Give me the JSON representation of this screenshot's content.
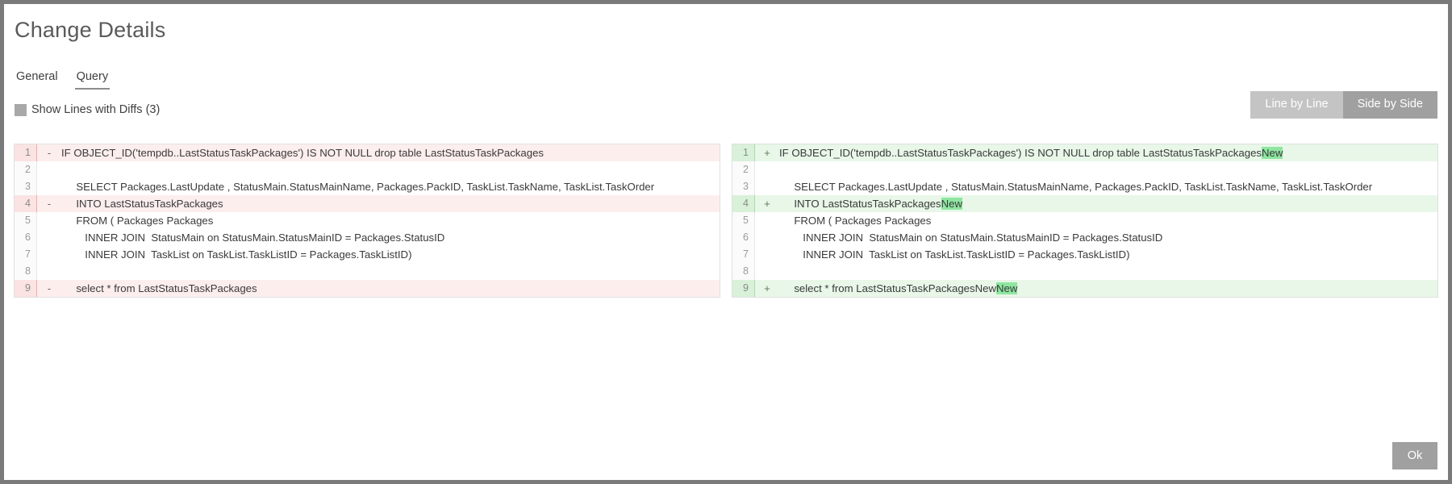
{
  "dialog": {
    "title": "Change Details",
    "ok_label": "Ok"
  },
  "tabs": [
    {
      "label": "General",
      "active": false
    },
    {
      "label": "Query",
      "active": true
    }
  ],
  "toolbar": {
    "show_diffs_label": "Show Lines with Diffs (3)",
    "show_diffs_checked": false,
    "view_modes": [
      {
        "label": "Line by Line",
        "active": false
      },
      {
        "label": "Side by Side",
        "active": true
      }
    ]
  },
  "diff": {
    "left": {
      "rows": [
        {
          "num": "1",
          "sign": "-",
          "diff": true,
          "text": "IF OBJECT_ID('tempdb..LastStatusTaskPackages') IS NOT NULL drop table LastStatusTaskPackages",
          "mark": ""
        },
        {
          "num": "2",
          "sign": "",
          "diff": false,
          "text": "",
          "mark": ""
        },
        {
          "num": "3",
          "sign": "",
          "diff": false,
          "text": "     SELECT Packages.LastUpdate , StatusMain.StatusMainName, Packages.PackID, TaskList.TaskName, TaskList.TaskOrder",
          "mark": ""
        },
        {
          "num": "4",
          "sign": "-",
          "diff": true,
          "text": "     INTO LastStatusTaskPackages",
          "mark": ""
        },
        {
          "num": "5",
          "sign": "",
          "diff": false,
          "text": "     FROM ( Packages Packages",
          "mark": ""
        },
        {
          "num": "6",
          "sign": "",
          "diff": false,
          "text": "        INNER JOIN  StatusMain on StatusMain.StatusMainID = Packages.StatusID",
          "mark": ""
        },
        {
          "num": "7",
          "sign": "",
          "diff": false,
          "text": "        INNER JOIN  TaskList on TaskList.TaskListID = Packages.TaskListID)",
          "mark": ""
        },
        {
          "num": "8",
          "sign": "",
          "diff": false,
          "text": "",
          "mark": ""
        },
        {
          "num": "9",
          "sign": "-",
          "diff": true,
          "text": "     select * from LastStatusTaskPackages",
          "mark": ""
        }
      ]
    },
    "right": {
      "rows": [
        {
          "num": "1",
          "sign": "+",
          "diff": true,
          "text": "IF OBJECT_ID('tempdb..LastStatusTaskPackages') IS NOT NULL drop table LastStatusTaskPackages",
          "mark": "New"
        },
        {
          "num": "2",
          "sign": "",
          "diff": false,
          "text": "",
          "mark": ""
        },
        {
          "num": "3",
          "sign": "",
          "diff": false,
          "text": "     SELECT Packages.LastUpdate , StatusMain.StatusMainName, Packages.PackID, TaskList.TaskName, TaskList.TaskOrder",
          "mark": ""
        },
        {
          "num": "4",
          "sign": "+",
          "diff": true,
          "text": "     INTO LastStatusTaskPackages",
          "mark": "New"
        },
        {
          "num": "5",
          "sign": "",
          "diff": false,
          "text": "     FROM ( Packages Packages",
          "mark": ""
        },
        {
          "num": "6",
          "sign": "",
          "diff": false,
          "text": "        INNER JOIN  StatusMain on StatusMain.StatusMainID = Packages.StatusID",
          "mark": ""
        },
        {
          "num": "7",
          "sign": "",
          "diff": false,
          "text": "        INNER JOIN  TaskList on TaskList.TaskListID = Packages.TaskListID)",
          "mark": ""
        },
        {
          "num": "8",
          "sign": "",
          "diff": false,
          "text": "",
          "mark": ""
        },
        {
          "num": "9",
          "sign": "+",
          "diff": true,
          "text": "     select * from LastStatusTaskPackagesNew",
          "mark": "New"
        }
      ]
    }
  },
  "colors": {
    "deletion_bg": "#fdeeee",
    "deletion_mark": "#f7c6c6",
    "addition_bg": "#e8f7e8",
    "addition_mark": "#8ee6a0",
    "toggle_active": "#a0a0a0",
    "toggle_inactive": "#c4c4c4"
  }
}
